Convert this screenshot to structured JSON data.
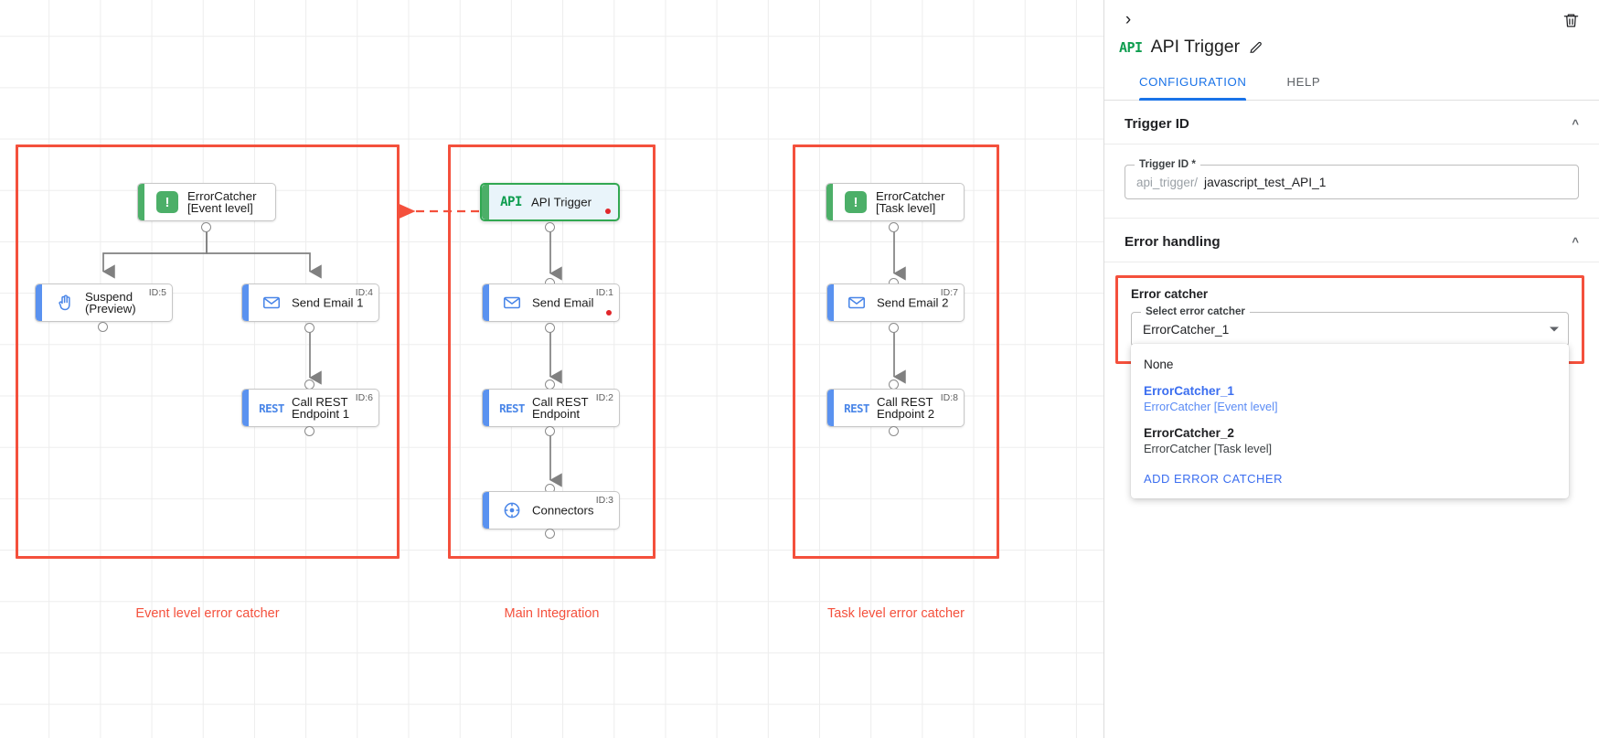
{
  "canvas": {
    "lanes": [
      {
        "label": "Event level error catcher"
      },
      {
        "label": "Main Integration"
      },
      {
        "label": "Task level error catcher"
      }
    ],
    "nodes": {
      "errorcatcher_event": {
        "label": "ErrorCatcher\n[Event level]",
        "id": "",
        "icon": "error-catcher-icon"
      },
      "suspend": {
        "label": "Suspend\n(Preview)",
        "id": "ID:5",
        "icon": "suspend-hand-icon"
      },
      "send_email_1": {
        "label": "Send Email 1",
        "id": "ID:4",
        "icon": "email-icon"
      },
      "call_rest_1": {
        "label": "Call REST\nEndpoint 1",
        "id": "ID:6",
        "icon": "rest-icon"
      },
      "api_trigger": {
        "label": "API Trigger",
        "id": "",
        "icon": "api-icon"
      },
      "send_email": {
        "label": "Send Email",
        "id": "ID:1",
        "icon": "email-icon"
      },
      "call_rest": {
        "label": "Call REST\nEndpoint",
        "id": "ID:2",
        "icon": "rest-icon"
      },
      "connectors": {
        "label": "Connectors",
        "id": "ID:3",
        "icon": "connectors-icon"
      },
      "errorcatcher_task": {
        "label": "ErrorCatcher\n[Task level]",
        "id": "",
        "icon": "error-catcher-icon"
      },
      "send_email_2": {
        "label": "Send Email 2",
        "id": "ID:7",
        "icon": "email-icon"
      },
      "call_rest_2": {
        "label": "Call REST\nEndpoint 2",
        "id": "ID:8",
        "icon": "rest-icon"
      }
    },
    "icon_text": {
      "api": "API",
      "rest": "REST",
      "error": "!"
    }
  },
  "panel": {
    "collapse_icon": "›",
    "title": "API Trigger",
    "title_icon": "API",
    "tabs": [
      {
        "label": "CONFIGURATION",
        "active": true
      },
      {
        "label": "HELP",
        "active": false
      }
    ],
    "sections": {
      "trigger_id": {
        "heading": "Trigger ID",
        "field_legend": "Trigger ID *",
        "prefix": "api_trigger/",
        "value": "javascript_test_API_1"
      },
      "error_handling": {
        "heading": "Error handling",
        "box_title": "Error catcher",
        "select_legend": "Select error catcher",
        "selected_value": "ErrorCatcher_1",
        "options": [
          {
            "l1": "None",
            "l2": "",
            "selected": false
          },
          {
            "l1": "ErrorCatcher_1",
            "l2": "ErrorCatcher [Event level]",
            "selected": true
          },
          {
            "l1": "ErrorCatcher_2",
            "l2": "ErrorCatcher [Task level]",
            "selected": false
          }
        ],
        "add_action": "ADD ERROR CATCHER"
      }
    }
  },
  "colors": {
    "accent_blue": "#1a73e8",
    "lane_red": "#f4503c",
    "node_green": "#4caf68",
    "node_blue": "#5a92f0",
    "link_blue": "#3b6ef0"
  }
}
